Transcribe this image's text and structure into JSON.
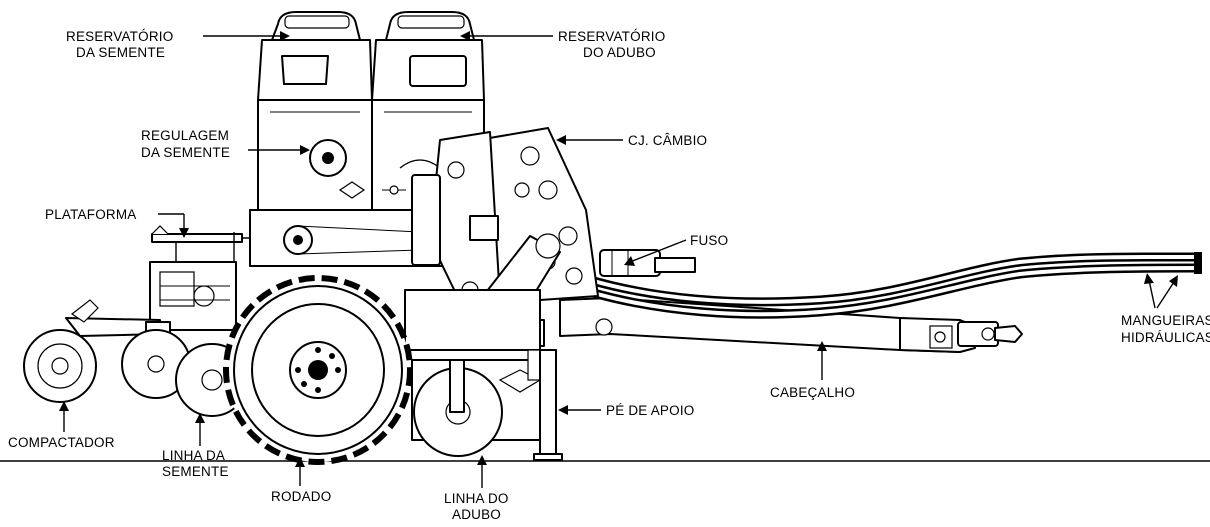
{
  "labels": {
    "reservatorio_semente": [
      "RESERVATÓRIO",
      "DA SEMENTE"
    ],
    "reservatorio_adubo": [
      "RESERVATÓRIO",
      "DO ADUBO"
    ],
    "regulagem_semente": [
      "REGULAGEM",
      "DA SEMENTE"
    ],
    "cj_cambio": "CJ. CÂMBIO",
    "plataforma": "PLATAFORMA",
    "fuso": "FUSO",
    "mangueiras": [
      "MANGUEIRAS",
      "HIDRÁULICAS"
    ],
    "cabecalho": "CABEÇALHO",
    "pe_de_apoio": "PÉ DE APOIO",
    "compactador": "COMPACTADOR",
    "linha_semente": [
      "LINHA DA",
      "SEMENTE"
    ],
    "rodado": "RODADO",
    "linha_adubo": [
      "LINHA DO",
      "ADUBO"
    ]
  }
}
